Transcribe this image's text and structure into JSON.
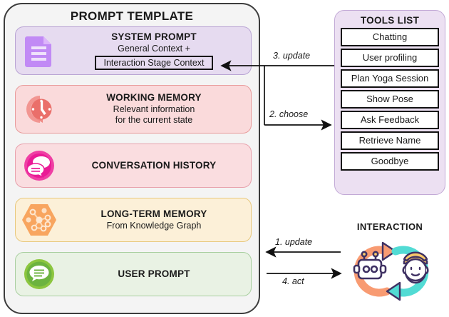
{
  "diagram": {
    "prompt_template": {
      "title": "PROMPT TEMPLATE",
      "blocks": [
        {
          "id": "system-prompt",
          "icon": "document-icon",
          "title": "SYSTEM PROMPT",
          "subtitle": "General Context +",
          "boxed_text": "Interaction Stage Context",
          "bg": "#e6dbf0",
          "border": "#b9a4d4",
          "icon_color": "#c18af5"
        },
        {
          "id": "working-memory",
          "icon": "clock-refresh-icon",
          "title": "WORKING MEMORY",
          "subtitle_line1": "Relevant information",
          "subtitle_line2": "for the current state",
          "bg": "#fadadb",
          "border": "#e89b9b",
          "icon_color": "#ec6f6f"
        },
        {
          "id": "conversation-history",
          "icon": "chat-bubbles-icon",
          "title": "CONVERSATION HISTORY",
          "bg": "#fadde0",
          "border": "#e8a1ac",
          "icon_color": "#ea1b96"
        },
        {
          "id": "long-term-memory",
          "icon": "knowledge-graph-hexagon-icon",
          "title": "LONG-TERM MEMORY",
          "subtitle": "From Knowledge Graph",
          "bg": "#fcf0d8",
          "border": "#e8c87c",
          "icon_color": "#f5a35c"
        },
        {
          "id": "user-prompt",
          "icon": "speech-bubble-icon",
          "title": "USER PROMPT",
          "bg": "#e9f2e4",
          "border": "#a9cfa0",
          "icon_color": "#6cb33f"
        }
      ]
    },
    "tools_list": {
      "title": "TOOLS LIST",
      "bg": "#ece0f2",
      "border": "#c2a9d6",
      "items": [
        "Chatting",
        "User profiling",
        "Plan Yoga Session",
        "Show Pose",
        "Ask Feedback",
        "Retrieve Name",
        "Goodbye"
      ]
    },
    "interaction": {
      "title": "INTERACTION",
      "icon": "robot-human-loop-icon",
      "robot_arrow_color": "#f89b72",
      "human_arrow_color": "#52dbd4",
      "outline_color": "#3f3163",
      "hair_color": "#f9c96b"
    },
    "arrows": [
      {
        "id": "arrow-1-update",
        "label": "1. update",
        "direction": "left"
      },
      {
        "id": "arrow-2-choose",
        "label": "2. choose",
        "direction": "right"
      },
      {
        "id": "arrow-3-update",
        "label": "3. update",
        "direction": "left"
      },
      {
        "id": "arrow-4-act",
        "label": "4. act",
        "direction": "right"
      }
    ]
  }
}
